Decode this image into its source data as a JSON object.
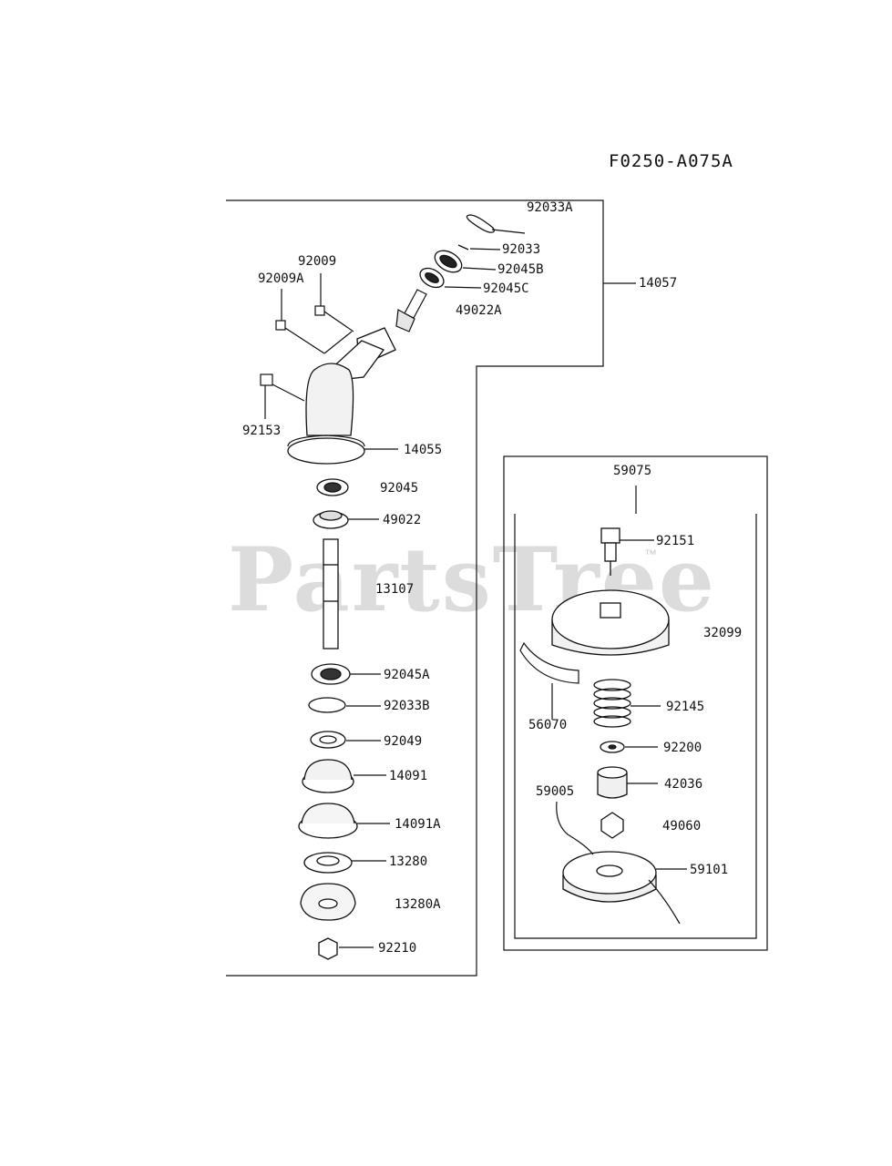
{
  "diagram": {
    "code": "F0250-A075A",
    "watermark": "PartsTree",
    "trademark": "™",
    "labels": {
      "p92033A": "92033A",
      "p92033": "92033",
      "p92045B": "92045B",
      "p92045C": "92045C",
      "p49022A": "49022A",
      "p14057": "14057",
      "p92009": "92009",
      "p92009A": "92009A",
      "p92153": "92153",
      "p14055": "14055",
      "p92045": "92045",
      "p49022": "49022",
      "p13107": "13107",
      "p92045A": "92045A",
      "p92033B": "92033B",
      "p92049": "92049",
      "p14091": "14091",
      "p14091A": "14091A",
      "p13280": "13280",
      "p13280A": "13280A",
      "p92210": "92210",
      "p59075": "59075",
      "p92151": "92151",
      "p32099": "32099",
      "p56070": "56070",
      "p92145": "92145",
      "p92200": "92200",
      "p42036": "42036",
      "p59005": "59005",
      "p49060": "49060",
      "p59101": "59101"
    }
  }
}
